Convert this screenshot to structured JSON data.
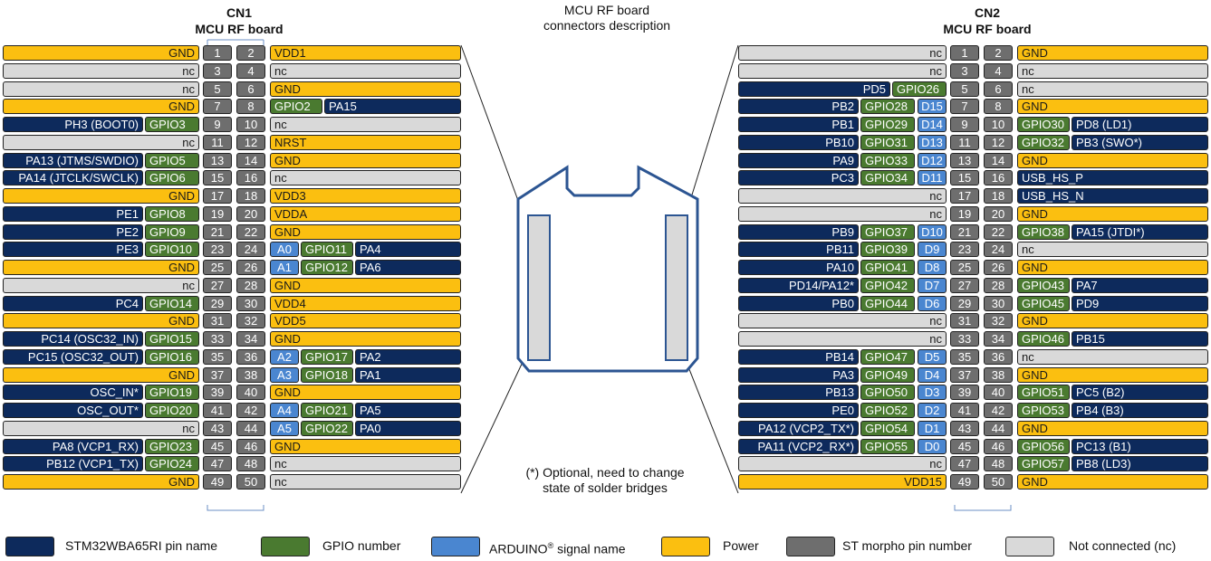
{
  "colors": {
    "stm": "#0d2a5c",
    "gpio": "#4a7a30",
    "arduino": "#4a86d0",
    "power": "#fbbf10",
    "pin": "#6e6e6e",
    "nc": "#d9d9d9",
    "board": "#2c5592"
  },
  "cn1": {
    "title": "CN1",
    "subtitle": "MCU RF board",
    "rows": [
      {
        "lp": "GND",
        "lt": "pwr",
        "o": "1",
        "e": "2",
        "r": [
          [
            "VDD1",
            "pwr"
          ]
        ]
      },
      {
        "lp": "nc",
        "lt": "nc",
        "o": "3",
        "e": "4",
        "r": [
          [
            "nc",
            "nc"
          ]
        ]
      },
      {
        "lp": "nc",
        "lt": "nc",
        "o": "5",
        "e": "6",
        "r": [
          [
            "GND",
            "pwr"
          ]
        ]
      },
      {
        "lp": "GND",
        "lt": "pwr",
        "o": "7",
        "e": "8",
        "r": [
          [
            "GPIO2",
            "gpio"
          ],
          [
            "PA15",
            "stm"
          ]
        ]
      },
      {
        "lp": "PH3 (BOOT0)",
        "lt": "stm",
        "lg": "GPIO3",
        "o": "9",
        "e": "10",
        "r": [
          [
            "nc",
            "nc"
          ]
        ]
      },
      {
        "lp": "nc",
        "lt": "nc",
        "o": "11",
        "e": "12",
        "r": [
          [
            "NRST",
            "pwr"
          ]
        ]
      },
      {
        "lp": "PA13 (JTMS/SWDIO)",
        "lt": "stm",
        "lg": "GPIO5",
        "o": "13",
        "e": "14",
        "r": [
          [
            "GND",
            "pwr"
          ]
        ]
      },
      {
        "lp": "PA14 (JTCLK/SWCLK)",
        "lt": "stm",
        "lg": "GPIO6",
        "o": "15",
        "e": "16",
        "r": [
          [
            "nc",
            "nc"
          ]
        ]
      },
      {
        "lp": "GND",
        "lt": "pwr",
        "o": "17",
        "e": "18",
        "r": [
          [
            "VDD3",
            "pwr"
          ]
        ]
      },
      {
        "lp": "PE1",
        "lt": "stm",
        "lg": "GPIO8",
        "o": "19",
        "e": "20",
        "r": [
          [
            "VDDA",
            "pwr"
          ]
        ]
      },
      {
        "lp": "PE2",
        "lt": "stm",
        "lg": "GPIO9",
        "o": "21",
        "e": "22",
        "r": [
          [
            "GND",
            "pwr"
          ]
        ]
      },
      {
        "lp": "PE3",
        "lt": "stm",
        "lg": "GPIO10",
        "o": "23",
        "e": "24",
        "r": [
          [
            "A0",
            "ard"
          ],
          [
            "GPIO11",
            "gpio"
          ],
          [
            "PA4",
            "stm"
          ]
        ]
      },
      {
        "lp": "GND",
        "lt": "pwr",
        "o": "25",
        "e": "26",
        "r": [
          [
            "A1",
            "ard"
          ],
          [
            "GPIO12",
            "gpio"
          ],
          [
            "PA6",
            "stm"
          ]
        ]
      },
      {
        "lp": "nc",
        "lt": "nc",
        "o": "27",
        "e": "28",
        "r": [
          [
            "GND",
            "pwr"
          ]
        ]
      },
      {
        "lp": "PC4",
        "lt": "stm",
        "lg": "GPIO14",
        "o": "29",
        "e": "30",
        "r": [
          [
            "VDD4",
            "pwr"
          ]
        ]
      },
      {
        "lp": "GND",
        "lt": "pwr",
        "o": "31",
        "e": "32",
        "r": [
          [
            "VDD5",
            "pwr"
          ]
        ]
      },
      {
        "lp": "PC14 (OSC32_IN)",
        "lt": "stm",
        "lg": "GPIO15",
        "o": "33",
        "e": "34",
        "r": [
          [
            "GND",
            "pwr"
          ]
        ]
      },
      {
        "lp": "PC15 (OSC32_OUT)",
        "lt": "stm",
        "lg": "GPIO16",
        "o": "35",
        "e": "36",
        "r": [
          [
            "A2",
            "ard"
          ],
          [
            "GPIO17",
            "gpio"
          ],
          [
            "PA2",
            "stm"
          ]
        ]
      },
      {
        "lp": "GND",
        "lt": "pwr",
        "o": "37",
        "e": "38",
        "r": [
          [
            "A3",
            "ard"
          ],
          [
            "GPIO18",
            "gpio"
          ],
          [
            "PA1",
            "stm"
          ]
        ]
      },
      {
        "lp": "OSC_IN*",
        "lt": "stm",
        "lg": "GPIO19",
        "o": "39",
        "e": "40",
        "r": [
          [
            "GND",
            "pwr"
          ]
        ]
      },
      {
        "lp": "OSC_OUT*",
        "lt": "stm",
        "lg": "GPIO20",
        "o": "41",
        "e": "42",
        "r": [
          [
            "A4",
            "ard"
          ],
          [
            "GPIO21",
            "gpio"
          ],
          [
            "PA5",
            "stm"
          ]
        ]
      },
      {
        "lp": "nc",
        "lt": "nc",
        "o": "43",
        "e": "44",
        "r": [
          [
            "A5",
            "ard"
          ],
          [
            "GPIO22",
            "gpio"
          ],
          [
            "PA0",
            "stm"
          ]
        ]
      },
      {
        "lp": "PA8 (VCP1_RX)",
        "lt": "stm",
        "lg": "GPIO23",
        "o": "45",
        "e": "46",
        "r": [
          [
            "GND",
            "pwr"
          ]
        ]
      },
      {
        "lp": "PB12 (VCP1_TX)",
        "lt": "stm",
        "lg": "GPIO24",
        "o": "47",
        "e": "48",
        "r": [
          [
            "nc",
            "nc"
          ]
        ]
      },
      {
        "lp": "GND",
        "lt": "pwr",
        "o": "49",
        "e": "50",
        "r": [
          [
            "nc",
            "nc"
          ]
        ]
      }
    ]
  },
  "cn2": {
    "title": "CN2",
    "subtitle": "MCU RF board",
    "rows": [
      {
        "lp": "nc",
        "lt": "nc",
        "o": "1",
        "e": "2",
        "r": [
          [
            "GND",
            "pwr"
          ]
        ]
      },
      {
        "lp": "nc",
        "lt": "nc",
        "o": "3",
        "e": "4",
        "r": [
          [
            "nc",
            "nc"
          ]
        ]
      },
      {
        "lp": "PD5",
        "lt": "stm",
        "lg": "GPIO26",
        "o": "5",
        "e": "6",
        "r": [
          [
            "nc",
            "nc"
          ]
        ]
      },
      {
        "lp": "PB2",
        "lt": "stm",
        "lg": "GPIO28",
        "la": "D15",
        "o": "7",
        "e": "8",
        "r": [
          [
            "GND",
            "pwr"
          ]
        ]
      },
      {
        "lp": "PB1",
        "lt": "stm",
        "lg": "GPIO29",
        "la": "D14",
        "o": "9",
        "e": "10",
        "r": [
          [
            "GPIO30",
            "gpio"
          ],
          [
            "PD8 (LD1)",
            "stm"
          ]
        ]
      },
      {
        "lp": "PB10",
        "lt": "stm",
        "lg": "GPIO31",
        "la": "D13",
        "o": "11",
        "e": "12",
        "r": [
          [
            "GPIO32",
            "gpio"
          ],
          [
            "PB3 (SWO*)",
            "stm"
          ]
        ]
      },
      {
        "lp": "PA9",
        "lt": "stm",
        "lg": "GPIO33",
        "la": "D12",
        "o": "13",
        "e": "14",
        "r": [
          [
            "GND",
            "pwr"
          ]
        ]
      },
      {
        "lp": "PC3",
        "lt": "stm",
        "lg": "GPIO34",
        "la": "D11",
        "o": "15",
        "e": "16",
        "r": [
          [
            "USB_HS_P",
            "stm"
          ]
        ]
      },
      {
        "lp": "nc",
        "lt": "nc",
        "o": "17",
        "e": "18",
        "r": [
          [
            "USB_HS_N",
            "stm"
          ]
        ]
      },
      {
        "lp": "nc",
        "lt": "nc",
        "o": "19",
        "e": "20",
        "r": [
          [
            "GND",
            "pwr"
          ]
        ]
      },
      {
        "lp": "PB9",
        "lt": "stm",
        "lg": "GPIO37",
        "la": "D10",
        "o": "21",
        "e": "22",
        "r": [
          [
            "GPIO38",
            "gpio"
          ],
          [
            "PA15 (JTDI*)",
            "stm"
          ]
        ]
      },
      {
        "lp": "PB11",
        "lt": "stm",
        "lg": "GPIO39",
        "la": "D9",
        "o": "23",
        "e": "24",
        "r": [
          [
            "nc",
            "nc"
          ]
        ]
      },
      {
        "lp": "PA10",
        "lt": "stm",
        "lg": "GPIO41",
        "la": "D8",
        "o": "25",
        "e": "26",
        "r": [
          [
            "GND",
            "pwr"
          ]
        ]
      },
      {
        "lp": "PD14/PA12*",
        "lt": "stm",
        "lg": "GPIO42",
        "la": "D7",
        "o": "27",
        "e": "28",
        "r": [
          [
            "GPIO43",
            "gpio"
          ],
          [
            "PA7",
            "stm"
          ]
        ]
      },
      {
        "lp": "PB0",
        "lt": "stm",
        "lg": "GPIO44",
        "la": "D6",
        "o": "29",
        "e": "30",
        "r": [
          [
            "GPIO45",
            "gpio"
          ],
          [
            "PD9",
            "stm"
          ]
        ]
      },
      {
        "lp": "nc",
        "lt": "nc",
        "o": "31",
        "e": "32",
        "r": [
          [
            "GND",
            "pwr"
          ]
        ]
      },
      {
        "lp": "nc",
        "lt": "nc",
        "o": "33",
        "e": "34",
        "r": [
          [
            "GPIO46",
            "gpio"
          ],
          [
            "PB15",
            "stm"
          ]
        ]
      },
      {
        "lp": "PB14",
        "lt": "stm",
        "lg": "GPIO47",
        "la": "D5",
        "o": "35",
        "e": "36",
        "r": [
          [
            "nc",
            "nc"
          ]
        ]
      },
      {
        "lp": "PA3",
        "lt": "stm",
        "lg": "GPIO49",
        "la": "D4",
        "o": "37",
        "e": "38",
        "r": [
          [
            "GND",
            "pwr"
          ]
        ]
      },
      {
        "lp": "PB13",
        "lt": "stm",
        "lg": "GPIO50",
        "la": "D3",
        "o": "39",
        "e": "40",
        "r": [
          [
            "GPIO51",
            "gpio"
          ],
          [
            "PC5 (B2)",
            "stm"
          ]
        ]
      },
      {
        "lp": "PE0",
        "lt": "stm",
        "lg": "GPIO52",
        "la": "D2",
        "o": "41",
        "e": "42",
        "r": [
          [
            "GPIO53",
            "gpio"
          ],
          [
            "PB4 (B3)",
            "stm"
          ]
        ]
      },
      {
        "lp": "PA12 (VCP2_TX*)",
        "lt": "stm",
        "lg": "GPIO54",
        "la": "D1",
        "o": "43",
        "e": "44",
        "r": [
          [
            "GND",
            "pwr"
          ]
        ]
      },
      {
        "lp": "PA11 (VCP2_RX*)",
        "lt": "stm",
        "lg": "GPIO55",
        "la": "D0",
        "o": "45",
        "e": "46",
        "r": [
          [
            "GPIO56",
            "gpio"
          ],
          [
            "PC13 (B1)",
            "stm"
          ]
        ]
      },
      {
        "lp": "nc",
        "lt": "nc",
        "o": "47",
        "e": "48",
        "r": [
          [
            "GPIO57",
            "gpio"
          ],
          [
            "PB8 (LD3)",
            "stm"
          ]
        ]
      },
      {
        "lp": "VDD15",
        "lt": "pwr",
        "o": "49",
        "e": "50",
        "r": [
          [
            "GND",
            "pwr"
          ]
        ]
      }
    ]
  },
  "center": {
    "title_line1": "MCU RF board",
    "title_line2": "connectors description",
    "note_line1": "(*) Optional, need to change",
    "note_line2": "state of solder bridges"
  },
  "legend": [
    {
      "label": "STM32WBA65RI pin name",
      "type": "stm"
    },
    {
      "label": "GPIO number",
      "type": "gpio"
    },
    {
      "label": "ARDUINO",
      "sup": "®",
      "suffix": " signal name",
      "type": "ard"
    },
    {
      "label": "Power",
      "type": "pwr"
    },
    {
      "label": "ST morpho pin number",
      "type": "pin"
    },
    {
      "label": "Not connected (nc)",
      "type": "nc"
    }
  ]
}
